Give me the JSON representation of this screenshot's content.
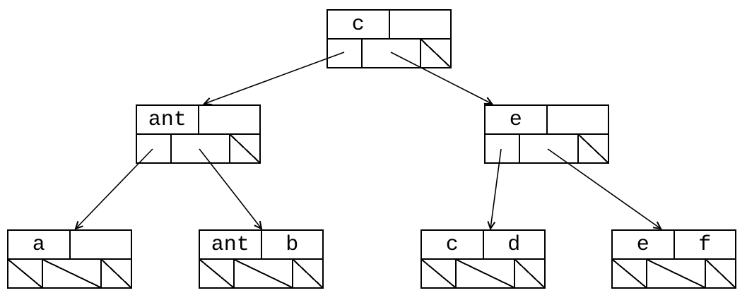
{
  "diagram": {
    "type": "2-3-tree",
    "background": "#ffffff",
    "line_color": "#000000",
    "nodes": [
      {
        "id": "root",
        "keys": [
          "c",
          ""
        ],
        "pointers": [
          "child",
          "child",
          "null"
        ]
      },
      {
        "id": "internal-left",
        "keys": [
          "ant",
          ""
        ],
        "pointers": [
          "child",
          "child",
          "null"
        ]
      },
      {
        "id": "internal-right",
        "keys": [
          "e",
          ""
        ],
        "pointers": [
          "child",
          "child",
          "null"
        ]
      },
      {
        "id": "leaf-a",
        "keys": [
          "a",
          ""
        ],
        "pointers": [
          "null",
          "null",
          "null"
        ]
      },
      {
        "id": "leaf-ant-b",
        "keys": [
          "ant",
          "b"
        ],
        "pointers": [
          "null",
          "null",
          "null"
        ]
      },
      {
        "id": "leaf-c-d",
        "keys": [
          "c",
          "d"
        ],
        "pointers": [
          "null",
          "null",
          "null"
        ]
      },
      {
        "id": "leaf-e-f",
        "keys": [
          "e",
          "f"
        ],
        "pointers": [
          "null",
          "null",
          "null"
        ]
      }
    ],
    "edges": [
      {
        "from": "root",
        "pointer": 0,
        "to": "internal-left"
      },
      {
        "from": "root",
        "pointer": 1,
        "to": "internal-right"
      },
      {
        "from": "internal-left",
        "pointer": 0,
        "to": "leaf-a"
      },
      {
        "from": "internal-left",
        "pointer": 1,
        "to": "leaf-ant-b"
      },
      {
        "from": "internal-right",
        "pointer": 0,
        "to": "leaf-c-d"
      },
      {
        "from": "internal-right",
        "pointer": 1,
        "to": "leaf-e-f"
      }
    ]
  }
}
